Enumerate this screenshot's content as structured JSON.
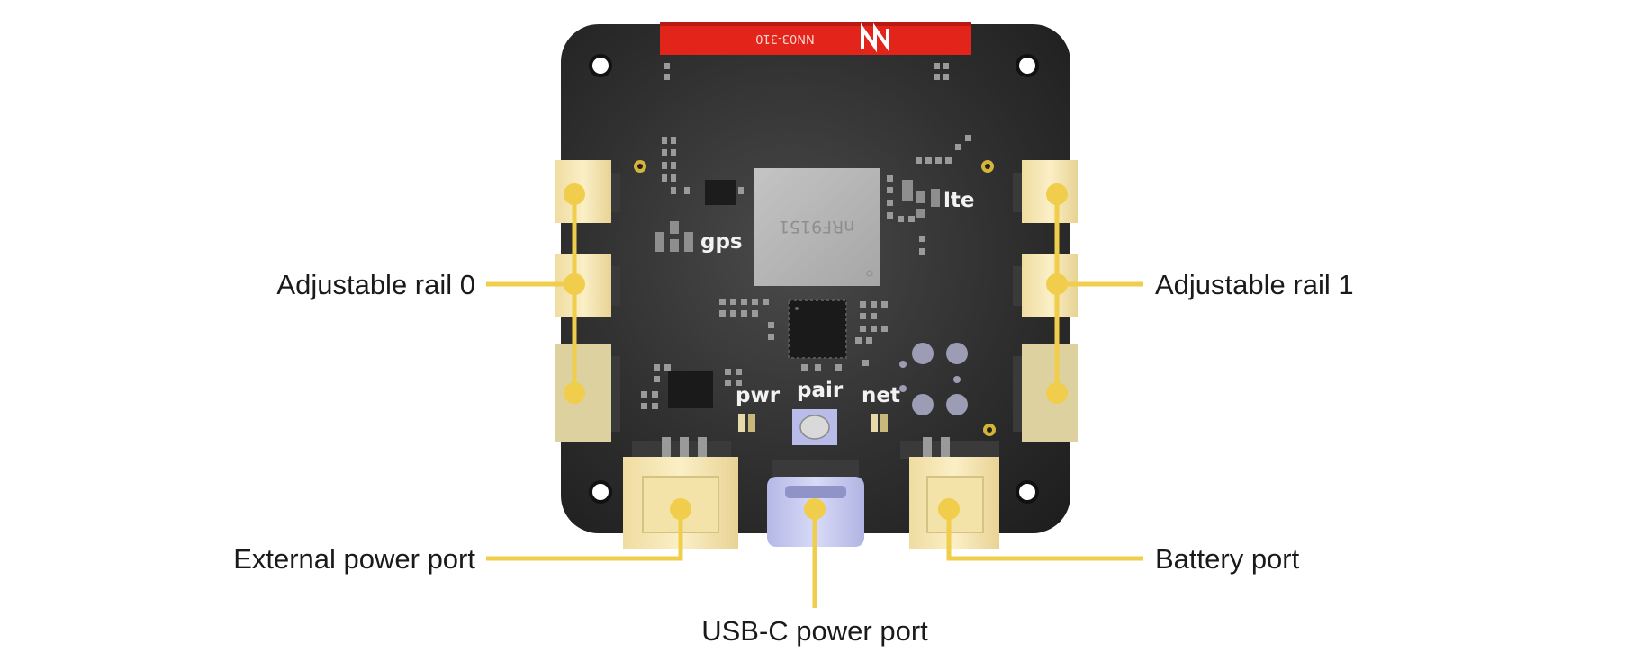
{
  "colors": {
    "pcb": "#2b2b2b",
    "connector": "#f6e6b0",
    "leader": "#f0cd4a",
    "label_tab": "#e3241b",
    "usb": "#c9ccf2",
    "text": "#1a1a1a"
  },
  "board": {
    "label_tab": {
      "code": "NN03-310",
      "logo": "NN"
    },
    "module_marking": "nRF9151",
    "silkscreen": {
      "gps": "gps",
      "lte": "lte",
      "pwr": "pwr",
      "pair": "pair",
      "net": "net"
    }
  },
  "callouts": {
    "adjustable_rail_0": "Adjustable rail 0",
    "adjustable_rail_1": "Adjustable rail 1",
    "external_power_port": "External power port",
    "battery_port": "Battery port",
    "usb_c_power_port": "USB-C power port"
  }
}
